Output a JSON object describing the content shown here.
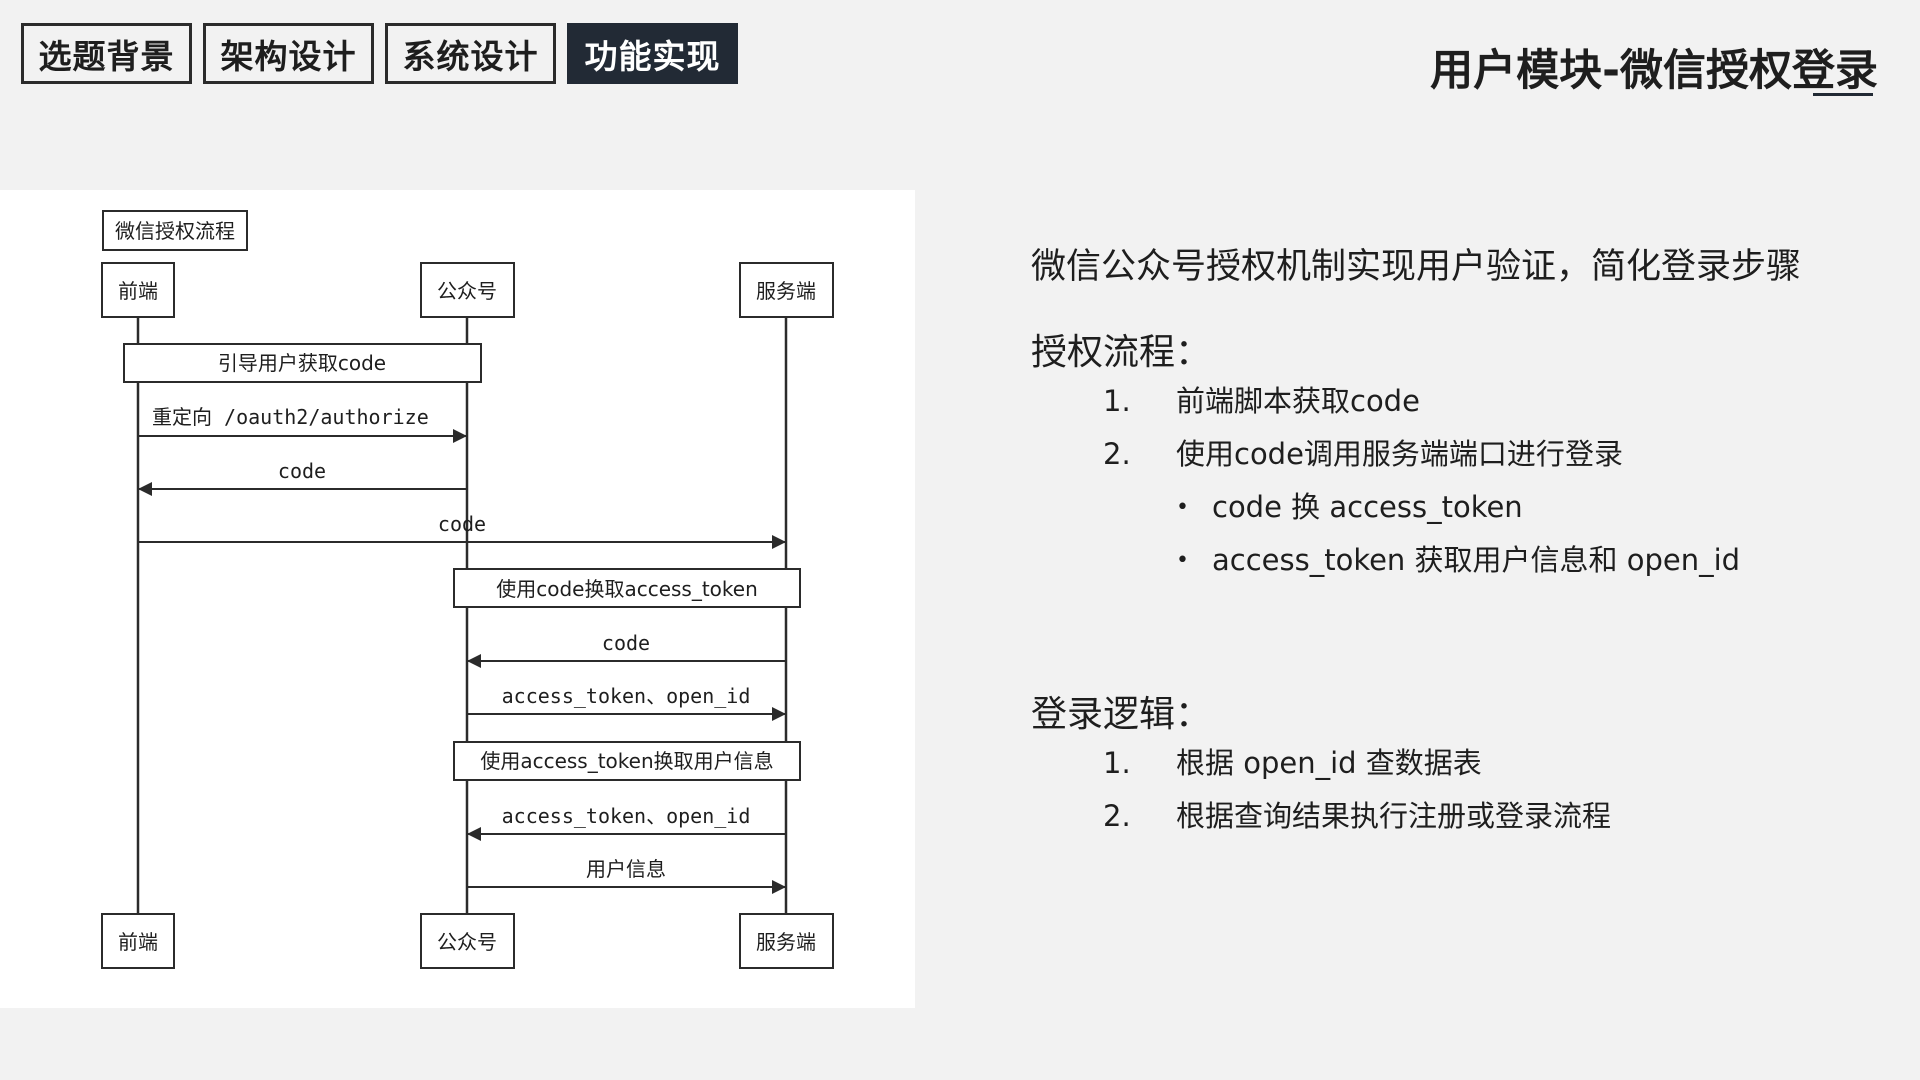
{
  "tabs": [
    {
      "label": "选题背景",
      "active": false
    },
    {
      "label": "架构设计",
      "active": false
    },
    {
      "label": "系统设计",
      "active": false
    },
    {
      "label": "功能实现",
      "active": true
    }
  ],
  "page_title": "用户模块-微信授权登录",
  "diagram": {
    "title": "微信授权流程",
    "participants": [
      "前端",
      "公众号",
      "服务端"
    ],
    "notes": {
      "guide": "引导用户获取code",
      "exchange_token": "使用code换取access_token",
      "exchange_userinfo": "使用access_token换取用户信息"
    },
    "messages": [
      {
        "label": "重定向 /oauth2/authorize",
        "from": "前端",
        "to": "公众号"
      },
      {
        "label": "code",
        "from": "公众号",
        "to": "前端"
      },
      {
        "label": "code",
        "from": "前端",
        "to": "服务端"
      },
      {
        "label": "code",
        "from": "服务端",
        "to": "公众号"
      },
      {
        "label": "access_token、open_id",
        "from": "公众号",
        "to": "服务端"
      },
      {
        "label": "access_token、open_id",
        "from": "服务端",
        "to": "公众号"
      },
      {
        "label": "用户信息",
        "from": "公众号",
        "to": "服务端"
      }
    ]
  },
  "content": {
    "summary": "微信公众号授权机制实现用户验证，简化登录步骤",
    "auth_heading": "授权流程：",
    "auth_steps": [
      {
        "num": "1.",
        "text": "前端脚本获取code"
      },
      {
        "num": "2.",
        "text": "使用code调用服务端端口进行登录"
      }
    ],
    "auth_substeps": [
      "code 换 access_token",
      "access_token 获取用户信息和 open_id"
    ],
    "login_heading": "登录逻辑：",
    "login_steps": [
      {
        "num": "1.",
        "text": "根据 open_id 查数据表"
      },
      {
        "num": "2.",
        "text": "根据查询结果执行注册或登录流程"
      }
    ]
  },
  "colors": {
    "background": "#f2f2f2",
    "active_tab": "#222a35",
    "line": "#2b2b2b"
  }
}
